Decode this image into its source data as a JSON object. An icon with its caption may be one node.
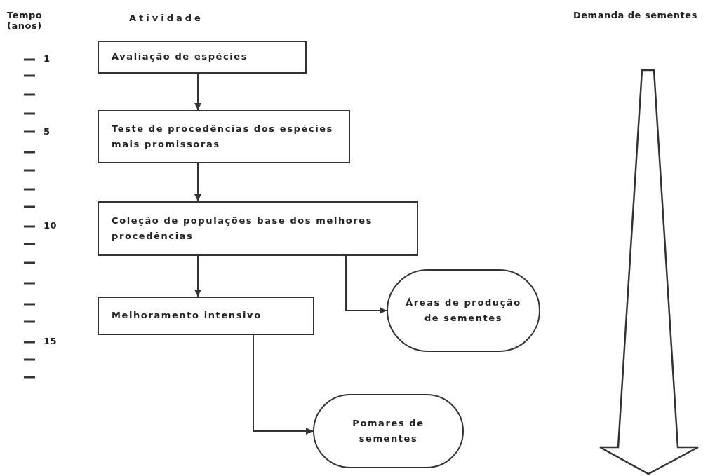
{
  "diagram": {
    "nodes": [
      {
        "text": [
          "Avaliação de espécies"
        ]
      },
      {
        "text": [
          "Teste de procedências dos espécies mais promissoras"
        ]
      },
      {
        "text": [
          "Coleção de populações base dos melhores procedências"
        ]
      },
      {
        "text": [
          "Melhoramento intensivo"
        ]
      },
      {
        "text": [
          "Áreas de produção de sementes"
        ]
      },
      {
        "text": [
          "Pomares de sementes"
        ]
      }
    ],
    "edges": [
      {
        "from": 0,
        "to": 1,
        "arrow": "to"
      },
      {
        "from": 1,
        "to": 2,
        "arrow": "to"
      },
      {
        "from": 2,
        "to": 3,
        "arrow": "to"
      },
      {
        "from": 2,
        "to": 4,
        "arrow": "to"
      },
      {
        "from": 3,
        "to": 5,
        "arrow": "to"
      }
    ],
    "labels": [
      "Tempo (anos)",
      "Atividade",
      "Demanda de sementes",
      "1",
      "5",
      "10",
      "15"
    ]
  }
}
